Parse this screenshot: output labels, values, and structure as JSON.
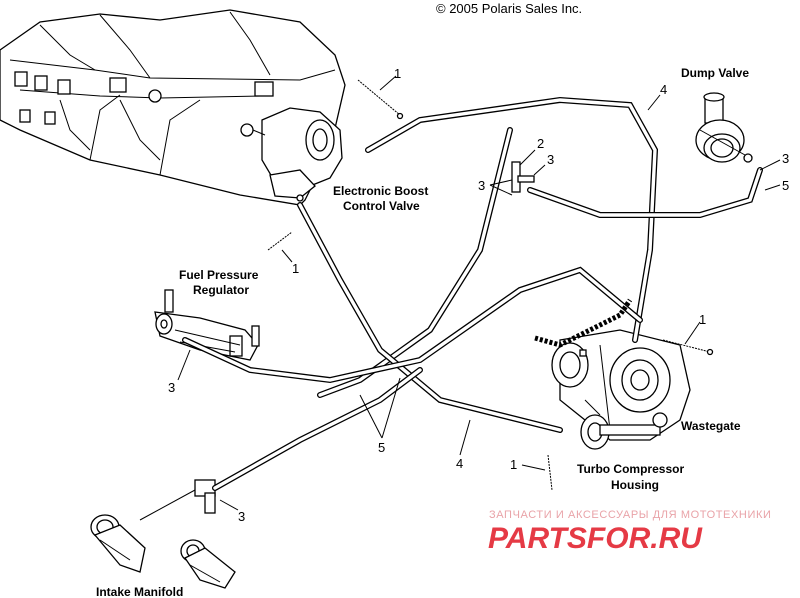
{
  "copyright": "© 2005 Polaris Sales Inc.",
  "labels": {
    "electronic_boost_1": "Electronic Boost",
    "electronic_boost_2": "Control Valve",
    "fuel_pressure_1": "Fuel Pressure",
    "fuel_pressure_2": "Regulator",
    "dump_valve": "Dump Valve",
    "wastegate": "Wastegate",
    "turbo_1": "Turbo Compressor",
    "turbo_2": "Housing",
    "intake_manifold": "Intake Manifold"
  },
  "callouts": {
    "c1_top": "1",
    "c1_mid": "1",
    "c1_right": "1",
    "c1_bottom": "1",
    "c2": "2",
    "c3_left_pair": "3",
    "c3_upper": "3",
    "c3_dump": "3",
    "c3_fuel": "3",
    "c3_bottom": "3",
    "c4_top": "4",
    "c4_bottom": "4",
    "c5_right": "5",
    "c5_center": "5"
  },
  "watermark": {
    "line1": "ЗАПЧАСТИ И АКСЕССУАРЫ ДЛЯ МОТОТЕХНИКИ",
    "line2": "PARTSFOR.RU"
  },
  "colors": {
    "watermark_red": "#e53a45",
    "watermark_pale": "#e9a3a8"
  }
}
